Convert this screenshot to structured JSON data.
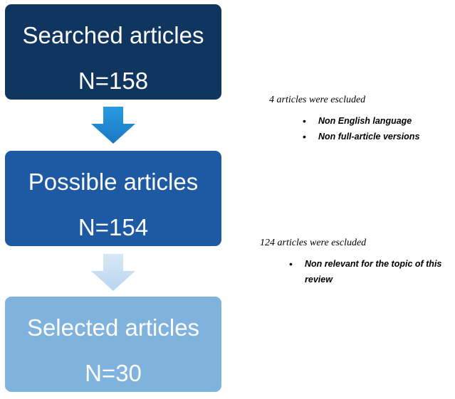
{
  "boxes": [
    {
      "title": "Searched articles",
      "count": "N=158",
      "color": "#10365f"
    },
    {
      "title": "Possible articles",
      "count": "N=154",
      "color": "#1d5aa3"
    },
    {
      "title": "Selected articles",
      "count": "N=30",
      "color": "#7fb2dc"
    }
  ],
  "notes": [
    {
      "heading": "4 articles were escluded",
      "bullets": [
        "Non English language",
        "Non full-article versions"
      ]
    },
    {
      "heading": "124 articles were escluded",
      "bullets": [
        "Non relevant for the topic of this review"
      ]
    }
  ],
  "arrow_colors": [
    "#1f86cf",
    "#c9dff2"
  ]
}
